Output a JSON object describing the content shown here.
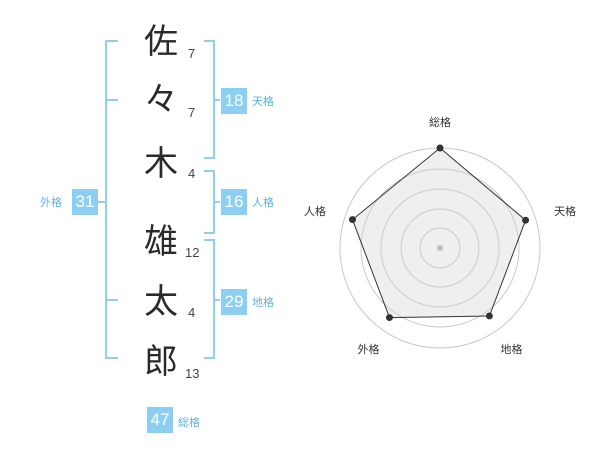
{
  "colors": {
    "bracket": "#8ccff3",
    "badge": "#8ccff3",
    "badge_label": "#5ab4e6",
    "badge_text": "#ffffff"
  },
  "name": {
    "characters": [
      {
        "char": "佐",
        "strokes": "7"
      },
      {
        "char": "々",
        "strokes": "7"
      },
      {
        "char": "木",
        "strokes": "4"
      },
      {
        "char": "雄",
        "strokes": "12"
      },
      {
        "char": "太",
        "strokes": "4"
      },
      {
        "char": "郎",
        "strokes": "13"
      }
    ]
  },
  "fortunes": {
    "tenkaku": {
      "value": "18",
      "label": "天格"
    },
    "jinkaku": {
      "value": "16",
      "label": "人格"
    },
    "chikaku": {
      "value": "29",
      "label": "地格"
    },
    "gaikaku": {
      "value": "31",
      "label": "外格"
    },
    "soukaku": {
      "value": "47",
      "label": "総格"
    }
  },
  "chart_data": {
    "type": "radar",
    "axes": [
      "総格",
      "天格",
      "地格",
      "外格",
      "人格"
    ],
    "values": [
      5,
      4.5,
      4.2,
      4.3,
      4.6
    ],
    "max": 5,
    "rings": 5
  }
}
